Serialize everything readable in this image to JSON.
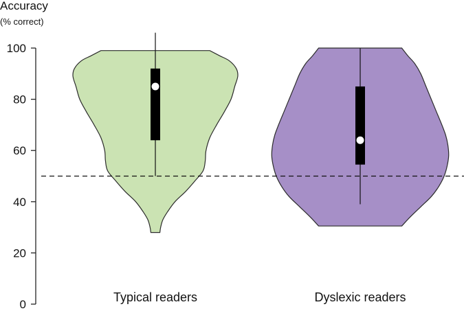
{
  "chart_data": {
    "type": "violin",
    "ylabel": "Accuracy",
    "ylabel_unit": "(% correct)",
    "ylim": [
      0,
      100
    ],
    "yticks": [
      "0",
      "20",
      "40",
      "60",
      "80",
      "100"
    ],
    "reference_line": {
      "y": 50,
      "style": "dashed"
    },
    "categories": [
      "Typical readers",
      "Dyslexic readers"
    ],
    "series": [
      {
        "category": "Typical readers",
        "fill": "#cbe3b3",
        "min": 28,
        "max": 99,
        "whisker": [
          50,
          106
        ],
        "q1": 64,
        "q3": 92,
        "median": 85,
        "profile": [
          [
            28,
            0.06
          ],
          [
            30,
            0.07
          ],
          [
            33,
            0.1
          ],
          [
            36,
            0.16
          ],
          [
            40,
            0.26
          ],
          [
            44,
            0.4
          ],
          [
            48,
            0.52
          ],
          [
            52,
            0.63
          ],
          [
            56,
            0.66
          ],
          [
            60,
            0.67
          ],
          [
            65,
            0.72
          ],
          [
            70,
            0.81
          ],
          [
            75,
            0.91
          ],
          [
            80,
            1.0
          ],
          [
            85,
            1.05
          ],
          [
            89,
            1.09
          ],
          [
            92,
            1.07
          ],
          [
            95,
            0.98
          ],
          [
            97,
            0.85
          ],
          [
            99,
            0.72
          ]
        ]
      },
      {
        "category": "Dyslexic readers",
        "fill": "#a68fc7",
        "min": 30.5,
        "max": 100,
        "whisker": [
          39,
          100
        ],
        "q1": 54.5,
        "q3": 85,
        "median": 64,
        "profile": [
          [
            30.5,
            0.55
          ],
          [
            34,
            0.66
          ],
          [
            38,
            0.8
          ],
          [
            42,
            0.94
          ],
          [
            46,
            1.04
          ],
          [
            50,
            1.11
          ],
          [
            54,
            1.15
          ],
          [
            58,
            1.17
          ],
          [
            62,
            1.16
          ],
          [
            66,
            1.13
          ],
          [
            70,
            1.08
          ],
          [
            75,
            1.01
          ],
          [
            80,
            0.94
          ],
          [
            85,
            0.87
          ],
          [
            90,
            0.8
          ],
          [
            94,
            0.72
          ],
          [
            97,
            0.63
          ],
          [
            100,
            0.55
          ]
        ]
      }
    ]
  }
}
